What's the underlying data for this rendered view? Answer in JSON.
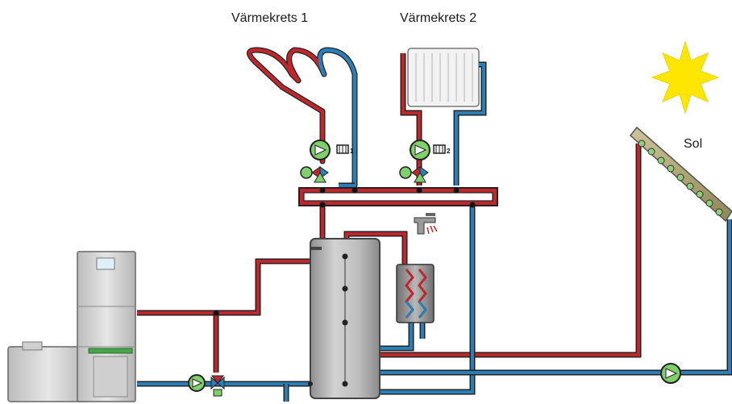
{
  "labels": {
    "circuit_1": "Värmekrets 1",
    "circuit_2": "Värmekrets 2",
    "solar": "Sol"
  },
  "pump_marks": {
    "circuit_1": "1",
    "circuit_2": "2"
  },
  "colors": {
    "supply_pipe": "#c0272d",
    "return_pipe": "#2a7fb8",
    "pipe_outline": "#222222",
    "pump": "#7fcf6b",
    "sun": "#ffe600",
    "tank": "#b9b9b9",
    "boiler": "#d4d4d4",
    "collector": "#a8a070"
  }
}
